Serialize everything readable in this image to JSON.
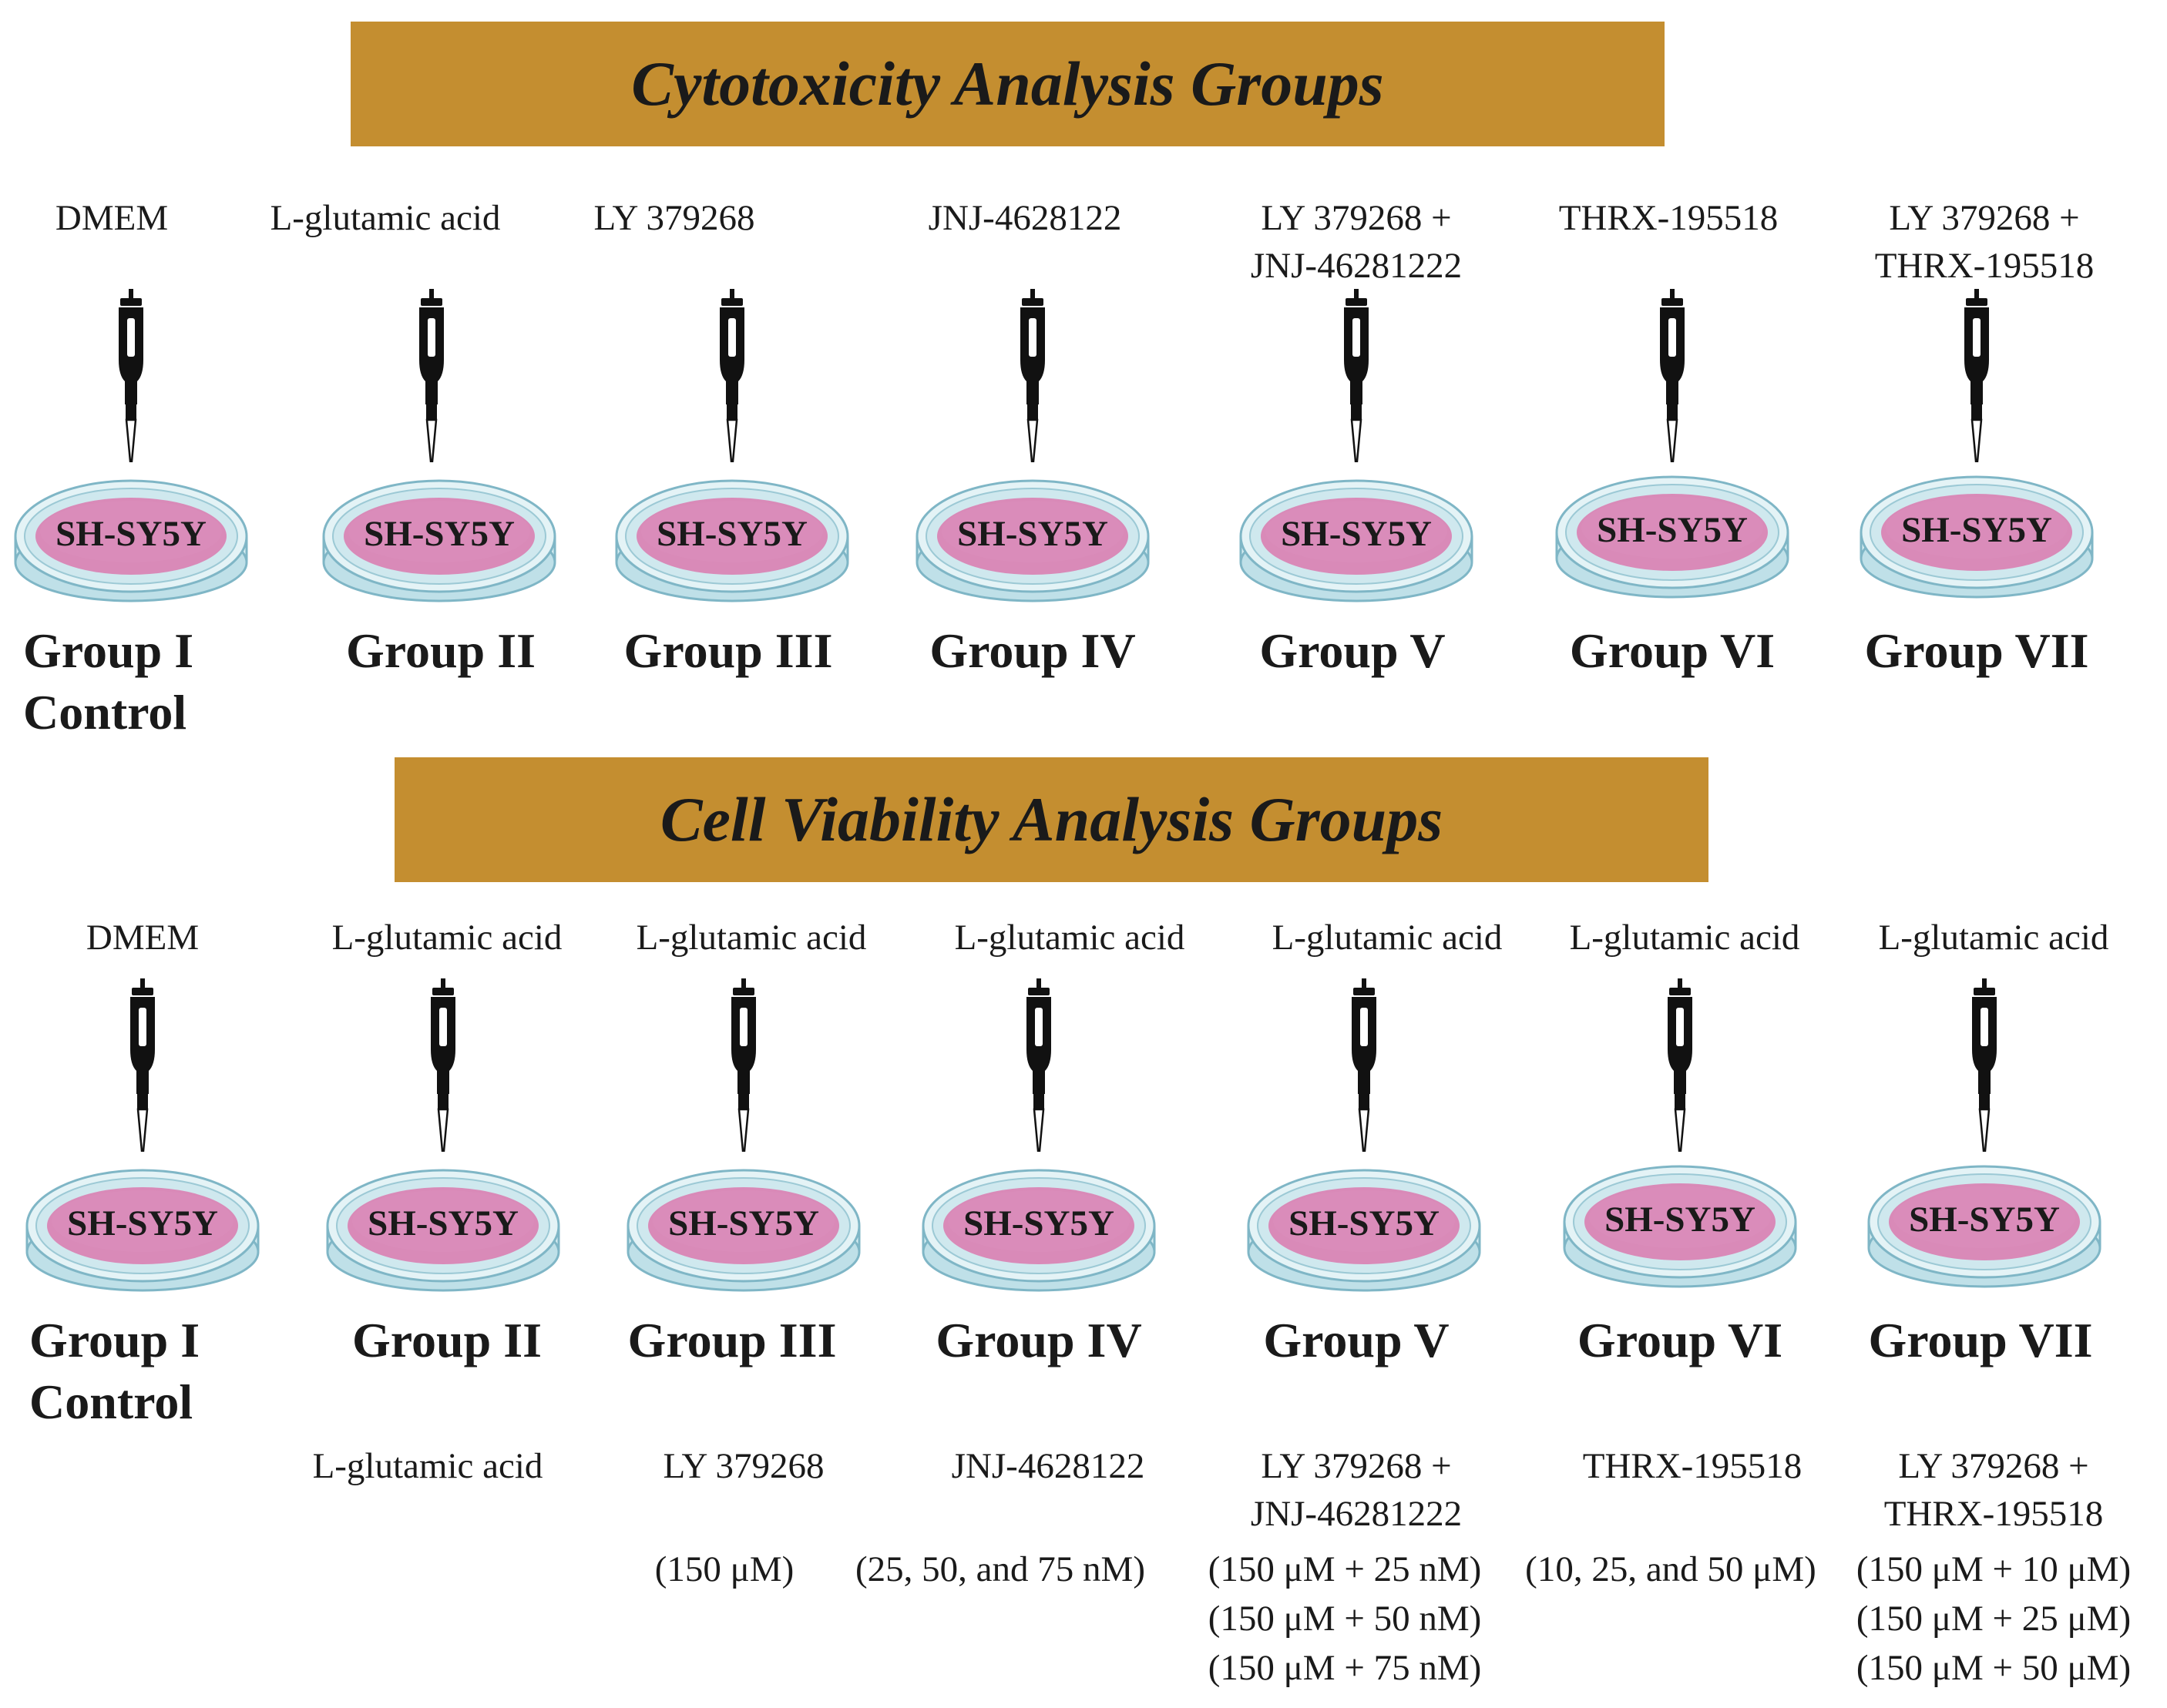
{
  "cytotoxicity": {
    "title": "Cytotoxicity Analysis Groups",
    "groups": [
      {
        "reagent": [
          "DMEM"
        ],
        "dish": "SH-SY5Y",
        "label": [
          "Group I",
          "Control"
        ]
      },
      {
        "reagent": [
          "L-glutamic acid"
        ],
        "dish": "SH-SY5Y",
        "label": [
          "Group II"
        ]
      },
      {
        "reagent": [
          "LY 379268"
        ],
        "dish": "SH-SY5Y",
        "label": [
          "Group III"
        ]
      },
      {
        "reagent": [
          "JNJ-4628122"
        ],
        "dish": "SH-SY5Y",
        "label": [
          "Group IV"
        ]
      },
      {
        "reagent": [
          "LY 379268 +",
          "JNJ-46281222"
        ],
        "dish": "SH-SY5Y",
        "label": [
          "Group V"
        ]
      },
      {
        "reagent": [
          "THRX-195518"
        ],
        "dish": "SH-SY5Y",
        "label": [
          "Group VI"
        ]
      },
      {
        "reagent": [
          "LY 379268 +",
          "THRX-195518"
        ],
        "dish": "SH-SY5Y",
        "label": [
          "Group VII"
        ]
      }
    ]
  },
  "viability": {
    "title": "Cell Viability Analysis Groups",
    "groups": [
      {
        "reagent": [
          "DMEM"
        ],
        "dish": "SH-SY5Y",
        "label": [
          "Group I",
          "Control"
        ],
        "treatment": [],
        "doses": []
      },
      {
        "reagent": [
          "L-glutamic acid"
        ],
        "dish": "SH-SY5Y",
        "label": [
          "Group II"
        ],
        "treatment": [
          "L-glutamic acid"
        ],
        "doses": []
      },
      {
        "reagent": [
          "L-glutamic acid"
        ],
        "dish": "SH-SY5Y",
        "label": [
          "Group III"
        ],
        "treatment": [
          "LY 379268"
        ],
        "doses": [
          "(150 μM)"
        ]
      },
      {
        "reagent": [
          "L-glutamic acid"
        ],
        "dish": "SH-SY5Y",
        "label": [
          "Group IV"
        ],
        "treatment": [
          "JNJ-4628122"
        ],
        "doses": [
          "(25, 50, and 75 nM)"
        ]
      },
      {
        "reagent": [
          "L-glutamic acid"
        ],
        "dish": "SH-SY5Y",
        "label": [
          "Group V"
        ],
        "treatment": [
          "LY 379268 +",
          "JNJ-46281222"
        ],
        "doses": [
          "(150 μM + 25 nM)",
          "(150 μM + 50 nM)",
          "(150 μM + 75 nM)"
        ]
      },
      {
        "reagent": [
          "L-glutamic acid"
        ],
        "dish": "SH-SY5Y",
        "label": [
          "Group VI"
        ],
        "treatment": [
          "THRX-195518"
        ],
        "doses": [
          "(10, 25, and 50 μM)"
        ]
      },
      {
        "reagent": [
          "L-glutamic acid"
        ],
        "dish": "SH-SY5Y",
        "label": [
          "Group VII"
        ],
        "treatment": [
          "LY 379268 +",
          "THRX-195518"
        ],
        "doses": [
          "(150 μM + 10 μM)",
          "(150 μM + 25 μM)",
          "(150 μM + 50 μM)"
        ]
      }
    ]
  },
  "colors": {
    "banner": "#c48e30",
    "dish_medium": "#d98ab8",
    "dish_glass": "#cfe8ee",
    "dish_edge": "#7fb6c6",
    "pipette": "#111111"
  }
}
